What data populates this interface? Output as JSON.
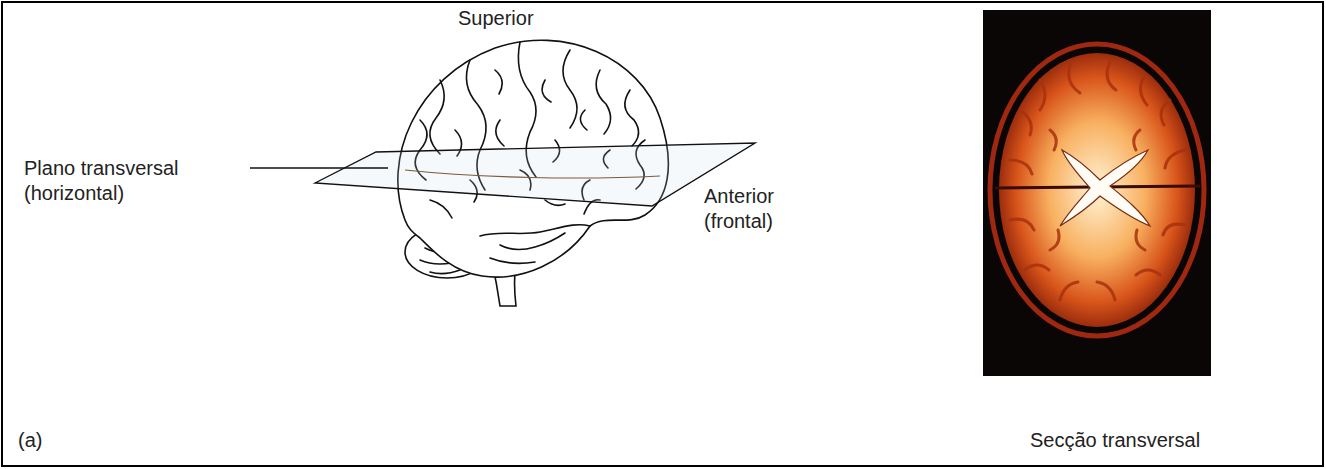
{
  "diagram": {
    "labels": [
      "Superior",
      "Plano transversal (horizontal)",
      "Anterior (frontal)",
      "(a)",
      "Secção transversal"
    ]
  }
}
